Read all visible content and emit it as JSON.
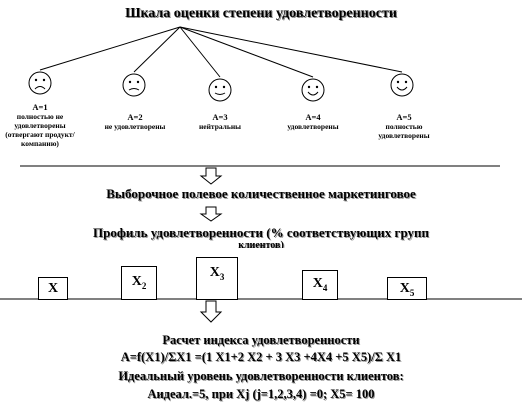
{
  "title": "Шкала оценки степени удовлетворенности",
  "levels": [
    {
      "a": "A=1",
      "desc": "полностью не удовлетворены (отвергают продукт/компанию)"
    },
    {
      "a": "A=2",
      "desc": "не удовлетворены"
    },
    {
      "a": "A=3",
      "desc": "нейтральны"
    },
    {
      "a": "A=4",
      "desc": "удовлетворены"
    },
    {
      "a": "A=5",
      "desc": "полностью удовлетворены"
    }
  ],
  "survey_label": "Выборочное полевое количественное маркетинговое",
  "profile_label": "Профиль удовлетворенности (% соответствующих групп",
  "profile_label_2": "клиентов)",
  "bars": [
    {
      "label": "X",
      "sub": ""
    },
    {
      "label": "X",
      "sub": "2"
    },
    {
      "label": "X",
      "sub": "3"
    },
    {
      "label": "X",
      "sub": "4"
    },
    {
      "label": "X",
      "sub": "5"
    }
  ],
  "calc_title": "Расчет индекса удовлетворенности",
  "formula": "A=f(X1)/ΣX1 =(1 X1+2 X2 + 3 X3 +4X4 +5 X5)/Σ X1",
  "ideal_line": "Идеальный уровень удовлетворенности клиентов:",
  "ideal_values": "Aидеал.=5, при Xj (j=1,2,3,4) =0;    X5= 100"
}
